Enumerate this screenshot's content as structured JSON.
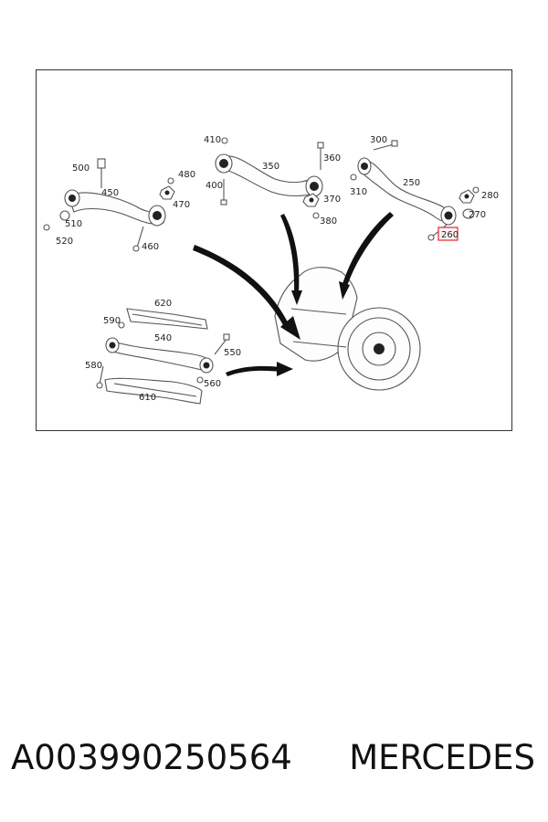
{
  "diagram": {
    "callouts": [
      {
        "id": "c500",
        "text": "500"
      },
      {
        "id": "c450",
        "text": "450"
      },
      {
        "id": "c480",
        "text": "480"
      },
      {
        "id": "c470",
        "text": "470"
      },
      {
        "id": "c510",
        "text": "510"
      },
      {
        "id": "c520",
        "text": "520"
      },
      {
        "id": "c460",
        "text": "460"
      },
      {
        "id": "c410",
        "text": "410"
      },
      {
        "id": "c350",
        "text": "350"
      },
      {
        "id": "c360",
        "text": "360"
      },
      {
        "id": "c400",
        "text": "400"
      },
      {
        "id": "c370",
        "text": "370"
      },
      {
        "id": "c380",
        "text": "380"
      },
      {
        "id": "c300",
        "text": "300"
      },
      {
        "id": "c250",
        "text": "250"
      },
      {
        "id": "c310",
        "text": "310"
      },
      {
        "id": "c280",
        "text": "280"
      },
      {
        "id": "c270",
        "text": "270"
      },
      {
        "id": "c260",
        "text": "260"
      },
      {
        "id": "c620",
        "text": "620"
      },
      {
        "id": "c590",
        "text": "590"
      },
      {
        "id": "c540",
        "text": "540"
      },
      {
        "id": "c550",
        "text": "550"
      },
      {
        "id": "c580",
        "text": "580"
      },
      {
        "id": "c560",
        "text": "560"
      },
      {
        "id": "c610",
        "text": "610"
      }
    ],
    "highlighted_callout": "260",
    "highlight_color": "#e0282e"
  },
  "footer": {
    "part_number": "A003990250564",
    "brand": "MERCEDES"
  }
}
